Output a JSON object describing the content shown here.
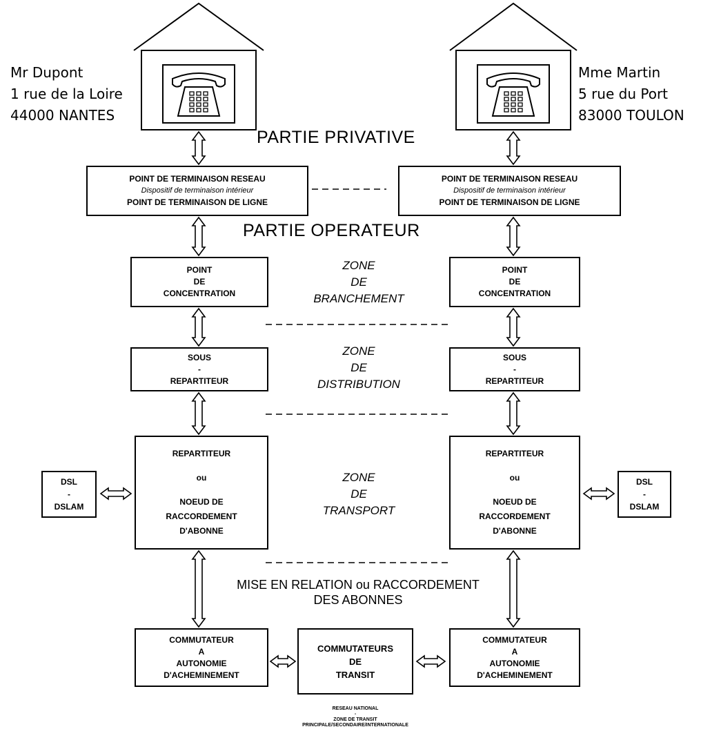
{
  "left_subscriber": {
    "name": "Mr Dupont",
    "street": "1 rue de la Loire",
    "city": "44000 NANTES"
  },
  "right_subscriber": {
    "name": "Mme Martin",
    "street": "5 rue du Port",
    "city": "83000 TOULON"
  },
  "sections": {
    "private": "PARTIE PRIVATIVE",
    "operator": "PARTIE OPERATEUR"
  },
  "ptr": {
    "line1": "POINT DE TERMINAISON RESEAU",
    "line2": "Dispositif de terminaison intérieur",
    "line3": "POINT DE TERMINAISON DE LIGNE"
  },
  "pc": {
    "line1": "POINT",
    "line2": "DE",
    "line3": "CONCENTRATION"
  },
  "sr": {
    "line1": "SOUS",
    "line2": "-",
    "line3": "REPARTITEUR"
  },
  "rep": {
    "line1": "REPARTITEUR",
    "line2": "ou",
    "line3": "NOEUD DE",
    "line4": "RACCORDEMENT",
    "line5": "D'ABONNE"
  },
  "dsl": {
    "line1": "DSL",
    "line2": "-",
    "line3": "DSLAM"
  },
  "caa": {
    "line1": "COMMUTATEUR",
    "line2": "A",
    "line3": "AUTONOMIE",
    "line4": "D'ACHEMINEMENT"
  },
  "transit": {
    "line1": "COMMUTATEURS",
    "line2": "DE",
    "line3": "TRANSIT"
  },
  "zones": {
    "branchement": {
      "line1": "ZONE",
      "line2": "DE",
      "line3": "BRANCHEMENT"
    },
    "distribution": {
      "line1": "ZONE",
      "line2": "DE",
      "line3": "DISTRIBUTION"
    },
    "transport": {
      "line1": "ZONE",
      "line2": "DE",
      "line3": "TRANSPORT"
    }
  },
  "mise_en_relation": {
    "line1": "MISE EN RELATION  ou RACCORDEMENT",
    "line2": "DES ABONNES"
  },
  "footer": {
    "line1": "RESEAU NATIONAL",
    "line2": "-",
    "line3": "ZONE DE TRANSIT",
    "line4": "PRINCIPALE/SECONDAIRE/INTERNATIONALE"
  }
}
